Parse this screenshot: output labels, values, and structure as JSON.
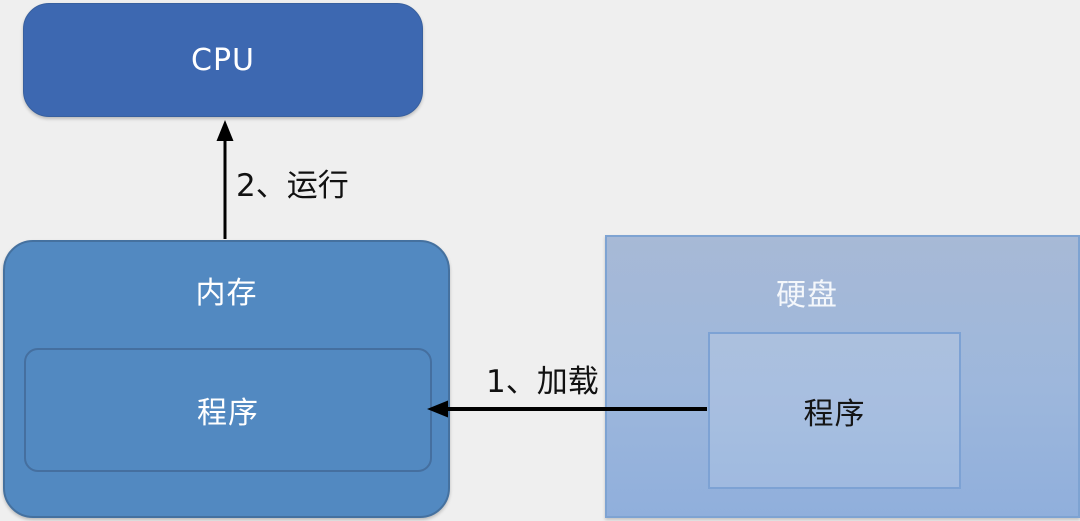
{
  "diagram": {
    "background": "#efefef",
    "nodes": {
      "cpu": {
        "label": "CPU",
        "fill": "#3d68b1"
      },
      "memory": {
        "label": "内存",
        "fill": "#5289c1"
      },
      "memory_program": {
        "label": "程序"
      },
      "disk": {
        "label": "硬盘",
        "fill_top": "#a7b9d6",
        "fill_bottom": "#90afdc"
      },
      "disk_program": {
        "label": "程序"
      }
    },
    "edges": {
      "run": {
        "label": "2、运行",
        "from": "memory",
        "to": "cpu",
        "color": "#000000"
      },
      "load": {
        "label": "1、加载",
        "from": "disk_program",
        "to": "memory_program",
        "color": "#000000"
      }
    }
  }
}
